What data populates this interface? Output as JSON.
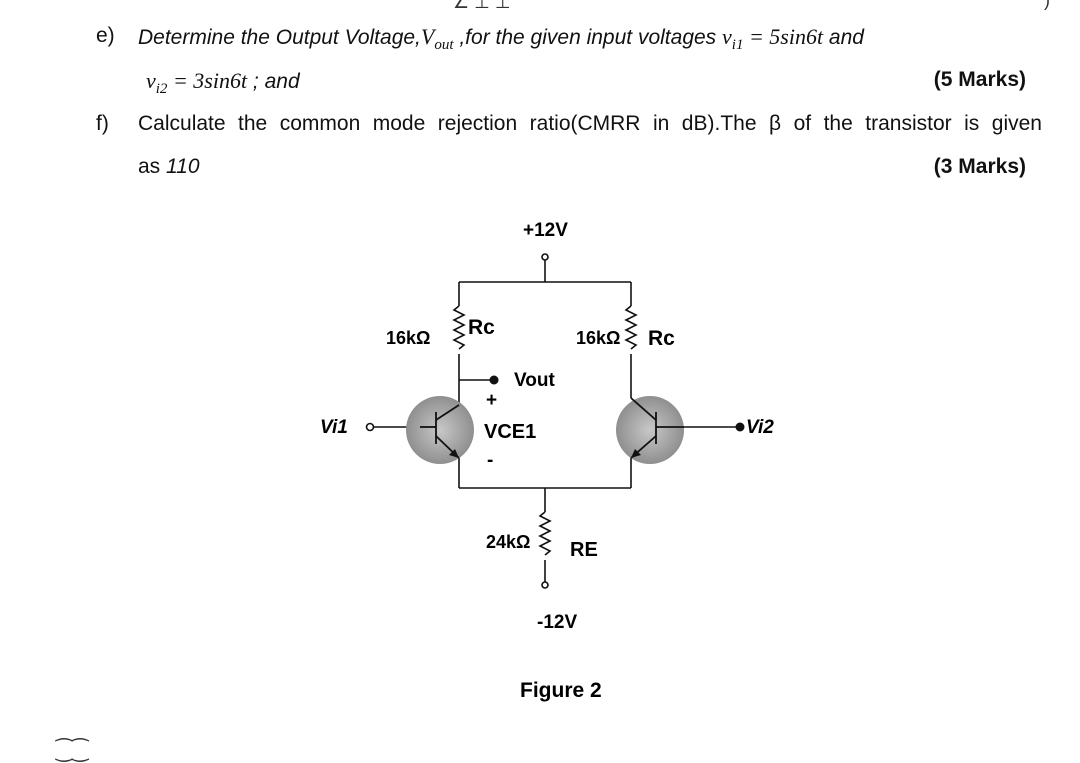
{
  "question_e": {
    "label": "e)",
    "text_start": "Determine the Output Voltage,",
    "vout": "V",
    "vout_sub": "out",
    "text_mid": " ,for the given input voltages ",
    "vi1": "v",
    "vi1_sub": "i1",
    "vi1_eq": " = 5sin6t",
    "text_and": " and",
    "vi2": "v",
    "vi2_sub": "i2",
    "vi2_eq": " = 3sin6t",
    "text_end": " ; and",
    "marks": "(5 Marks)"
  },
  "question_f": {
    "label": "f)",
    "line1": "Calculate the common mode rejection ratio(CMRR in dB).The β of the transistor is given",
    "line2_prefix": "as ",
    "line2_value": "110",
    "marks": "(3 Marks)"
  },
  "figure": {
    "vcc": "+12V",
    "vee": "-12V",
    "rc_left_value": "16kΩ",
    "rc_left_name": "Rc",
    "rc_right_value": "16kΩ",
    "rc_right_name": "Rc",
    "vout": "Vout",
    "plus": "+",
    "minus": "-",
    "vce1": "VCE1",
    "vi1": "Vi1",
    "vi2": "Vi2",
    "re_value": "24kΩ",
    "re_name": "RE",
    "caption": "Figure 2"
  }
}
